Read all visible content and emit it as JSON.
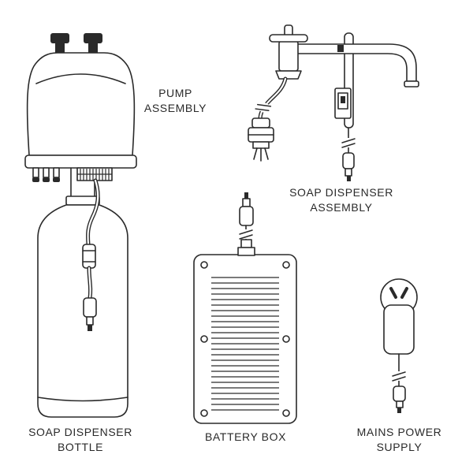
{
  "colors": {
    "line": "#2a2a2a",
    "fill": "#ffffff"
  },
  "labels": {
    "pump_assembly": {
      "line1": "PUMP",
      "line2": "ASSEMBLY"
    },
    "soap_dispenser_assembly": {
      "line1": "SOAP DISPENSER",
      "line2": "ASSEMBLY"
    },
    "soap_dispenser_bottle": {
      "line1": "SOAP DISPENSER",
      "line2": "BOTTLE"
    },
    "battery_box": {
      "line1": "BATTERY BOX",
      "line2": ""
    },
    "mains_power_supply": {
      "line1": "MAINS POWER",
      "line2": "SUPPLY"
    }
  }
}
